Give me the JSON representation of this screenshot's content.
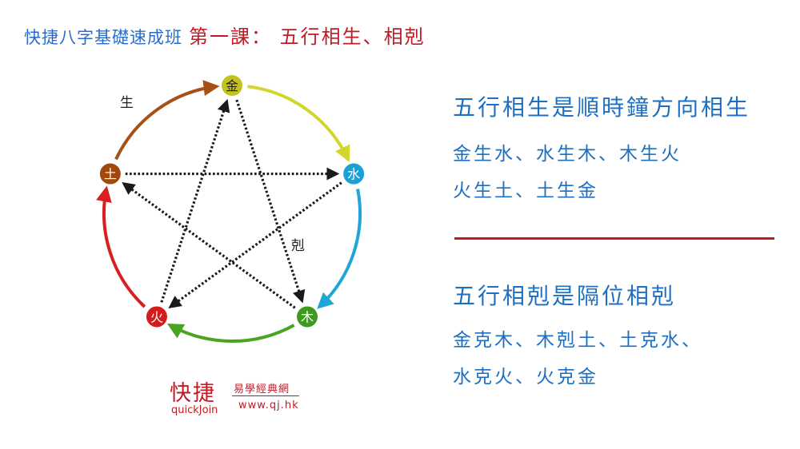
{
  "header": {
    "course": "快捷八字基礎速成班",
    "lesson": "第一課： 五行相生、相剋"
  },
  "diagram": {
    "generate_label": "生",
    "overcome_label": "剋",
    "elements": [
      {
        "id": "metal",
        "label": "金",
        "color": "#c3c21f"
      },
      {
        "id": "water",
        "label": "水",
        "color": "#1aa0d8"
      },
      {
        "id": "wood",
        "label": "木",
        "color": "#3d9a1e"
      },
      {
        "id": "fire",
        "label": "火",
        "color": "#d11d1d"
      },
      {
        "id": "earth",
        "label": "土",
        "color": "#a2480c"
      }
    ],
    "arc_colors": [
      "#d1d62a",
      "#1fa6d6",
      "#48a51f",
      "#d82020",
      "#a65016"
    ],
    "arrow_color": "#1a1a1a"
  },
  "generation": {
    "heading": "五行相生是順時鐘方向相生",
    "lines": [
      "金生水、水生木、木生火",
      "火生土、土生金"
    ]
  },
  "overcoming": {
    "heading": "五行相剋是隔位相剋",
    "lines": [
      "金克木、木剋土、土克水、",
      "水克火、火克金"
    ]
  },
  "logo": {
    "brand_cn": "快捷",
    "brand_en": "quickJoin",
    "site_name": "易學經典網",
    "url": "www.qj.hk"
  },
  "colors": {
    "title_blue": "#2a6cc8",
    "accent_red": "#c21b25",
    "text_blue": "#1d6fc2"
  }
}
